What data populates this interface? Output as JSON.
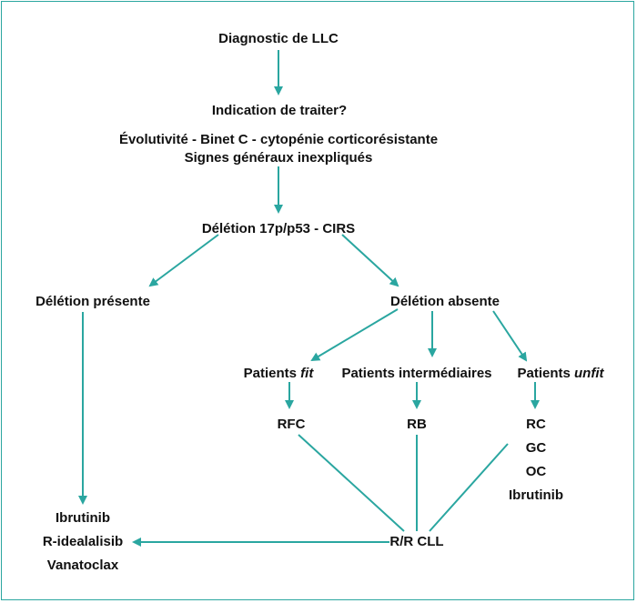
{
  "colors": {
    "accent": "#2aa6a0",
    "text": "#111111",
    "background": "#ffffff"
  },
  "nodes": {
    "diagnostic": "Diagnostic de LLC",
    "indication": "Indication de traiter?",
    "criteria_line1": "Évolutivité - Binet C - cytopénie corticorésistante",
    "criteria_line2": "Signes généraux inexpliqués",
    "deletion_test": "Délétion 17p/p53 - CIRS",
    "deletion_present": "Délétion présente",
    "deletion_absent": "Délétion absente",
    "patients_fit_prefix": "Patients ",
    "patients_fit_emph": "fit",
    "patients_intermediate": "Patients intermédiaires",
    "patients_unfit_prefix": "Patients ",
    "patients_unfit_emph": "unfit",
    "rfc": "RFC",
    "rb": "RB",
    "unfit_treatments": [
      "RC",
      "GC",
      "OC",
      "Ibrutinib"
    ],
    "rr_cll": "R/R CLL",
    "present_treatments": [
      "Ibrutinib",
      "R-idealalisib",
      "Vanatoclax"
    ]
  }
}
